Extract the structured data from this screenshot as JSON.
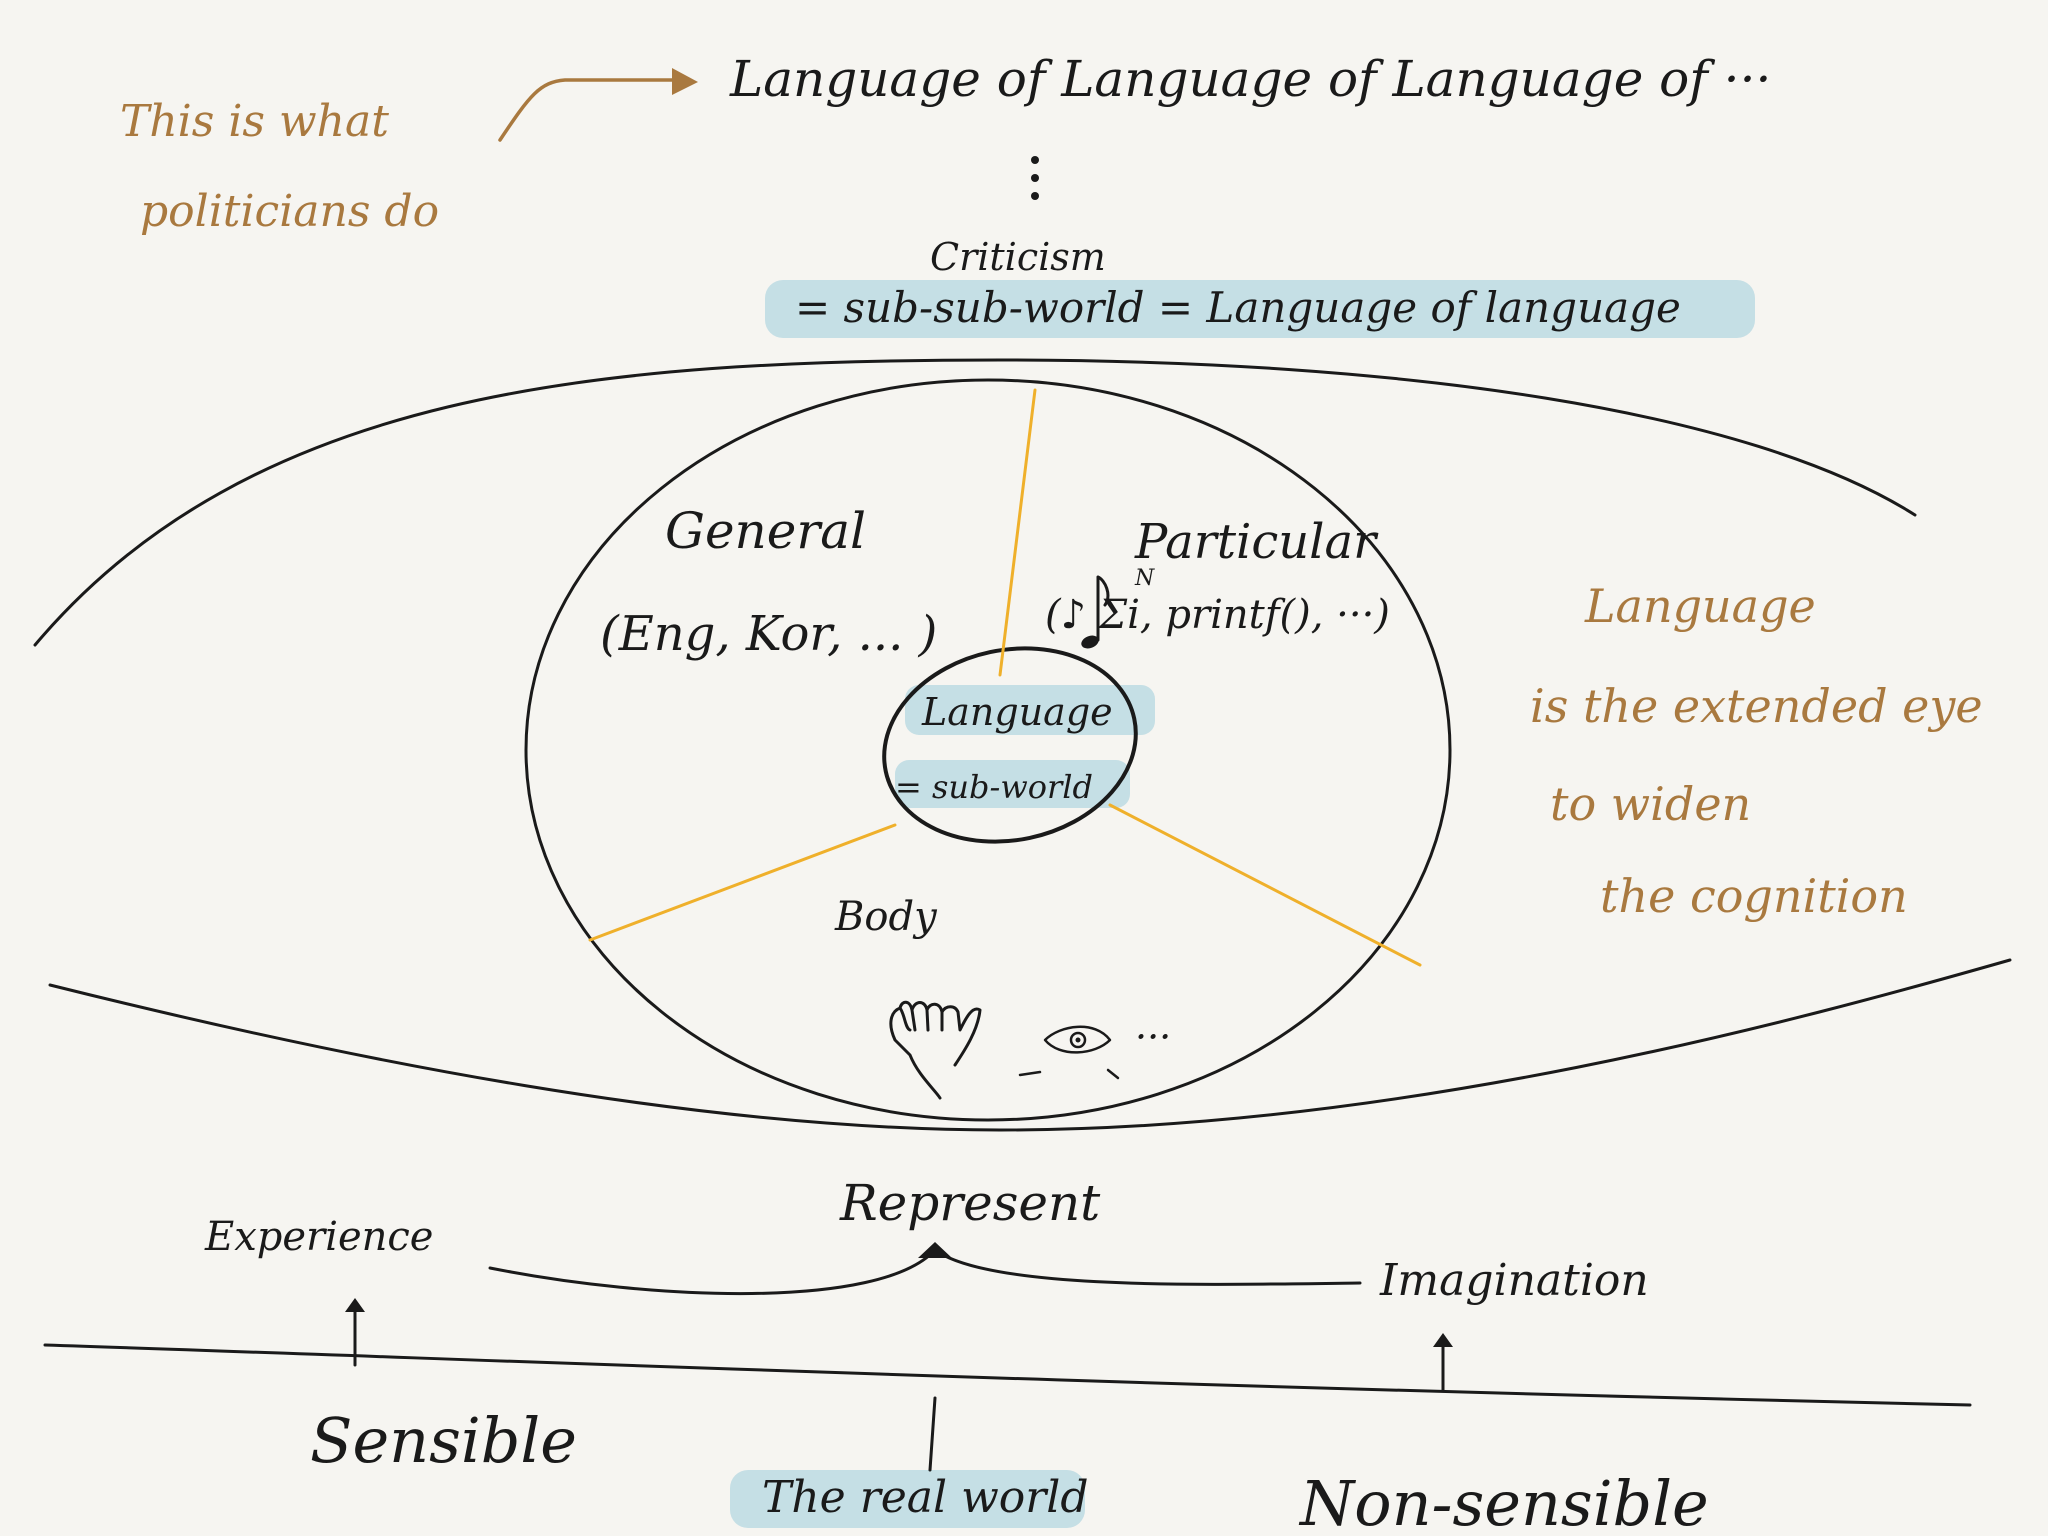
{
  "top": {
    "language_chain": "Language of Language of Language of ···",
    "politicians_line1": "This is what",
    "politicians_line2": "politicians do"
  },
  "criticism": {
    "title": "Criticism",
    "equation": "= sub-sub-world = Language of language"
  },
  "inner": {
    "general": "General",
    "general_examples": "(Eng, Kor, ... )",
    "particular": "Particular",
    "particular_examples": "(♪ Σi, printf(), ···)",
    "sum_top": "N",
    "center_line1": "Language",
    "center_line2": "= sub-world",
    "body": "Body",
    "body_more": "···"
  },
  "side_note": {
    "line1": "Language",
    "line2": "is the extended eye",
    "line3": "to widen",
    "line4": "the cognition"
  },
  "bottom": {
    "represent": "Represent",
    "experience": "Experience",
    "imagination": "Imagination",
    "sensible": "Sensible",
    "non_sensible": "Non-sensible",
    "real_world": "The real world"
  },
  "colors": {
    "ink": "#1a1a1a",
    "brown": "#a9793f",
    "yellow": "#efb02b",
    "highlight": "#bcdbe3",
    "paper": "#f6f5f1"
  }
}
